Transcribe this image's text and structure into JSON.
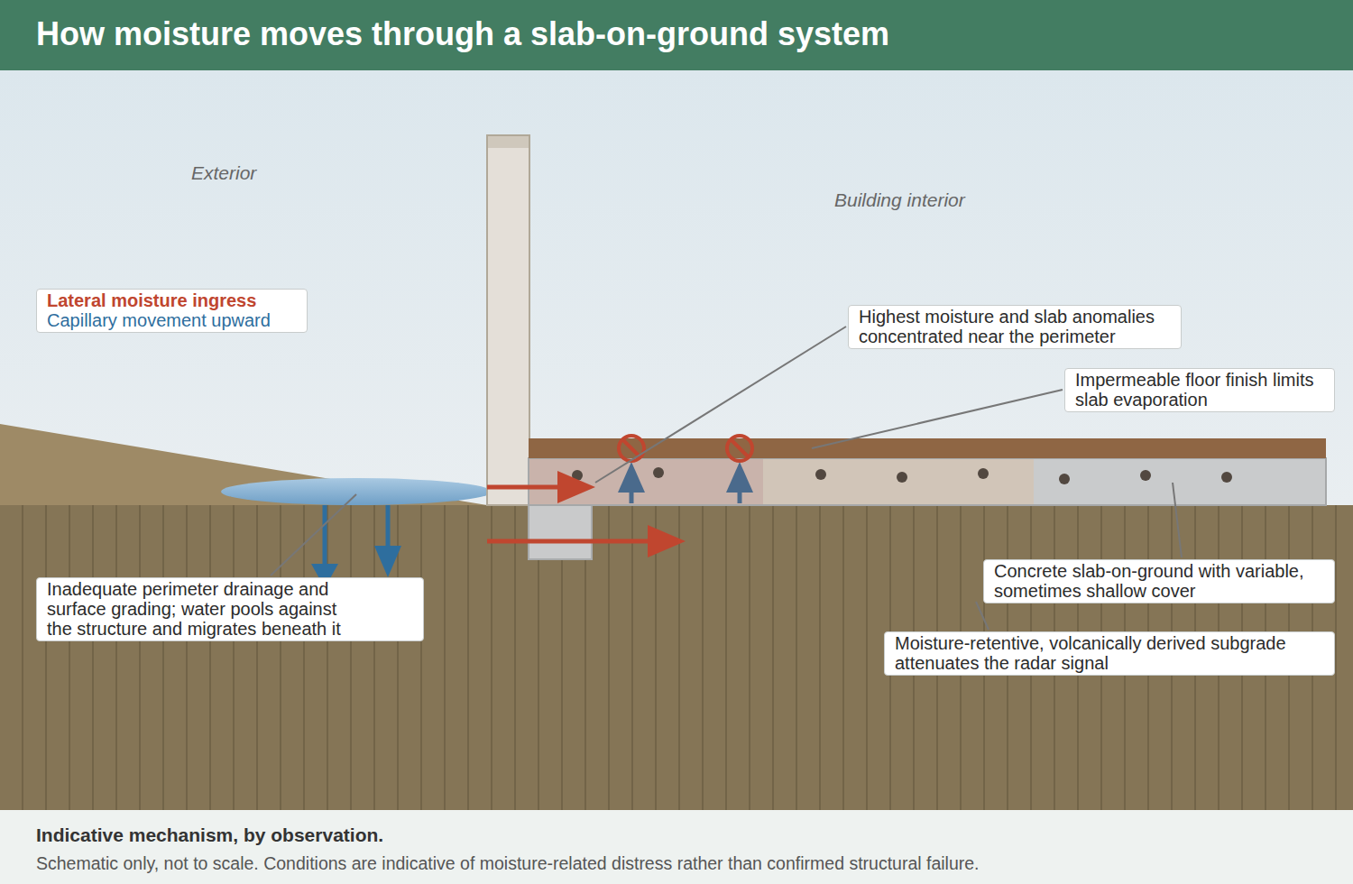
{
  "diagram": {
    "title": "How moisture moves through a slab-on-ground system",
    "caption": "Indicative mechanism, by observation.",
    "nodes": [
      {
        "text": [
          "Lateral moisture ingress",
          "Capillary movement upward"
        ]
      },
      {
        "text": [
          "Highest moisture and slab anomalies concentrated near the perimeter"
        ]
      },
      {
        "text": [
          "Impermeable floor finish limits slab evaporation"
        ]
      },
      {
        "text": [
          "Inadequate perimeter drainage and surface grading; water pools against the structure and migrates beneath it"
        ]
      },
      {
        "text": [
          "Concrete slab-on-ground with variable, sometimes shallow cover"
        ]
      },
      {
        "text": [
          "Moisture-retentive, volcanically derived subgrade attenuates the radar signal"
        ]
      }
    ],
    "labels": [
      "Exterior",
      "Building interior",
      "Schematic only, not to scale. Conditions are indicative of moisture-related distress rather than confirmed structural failure."
    ]
  }
}
